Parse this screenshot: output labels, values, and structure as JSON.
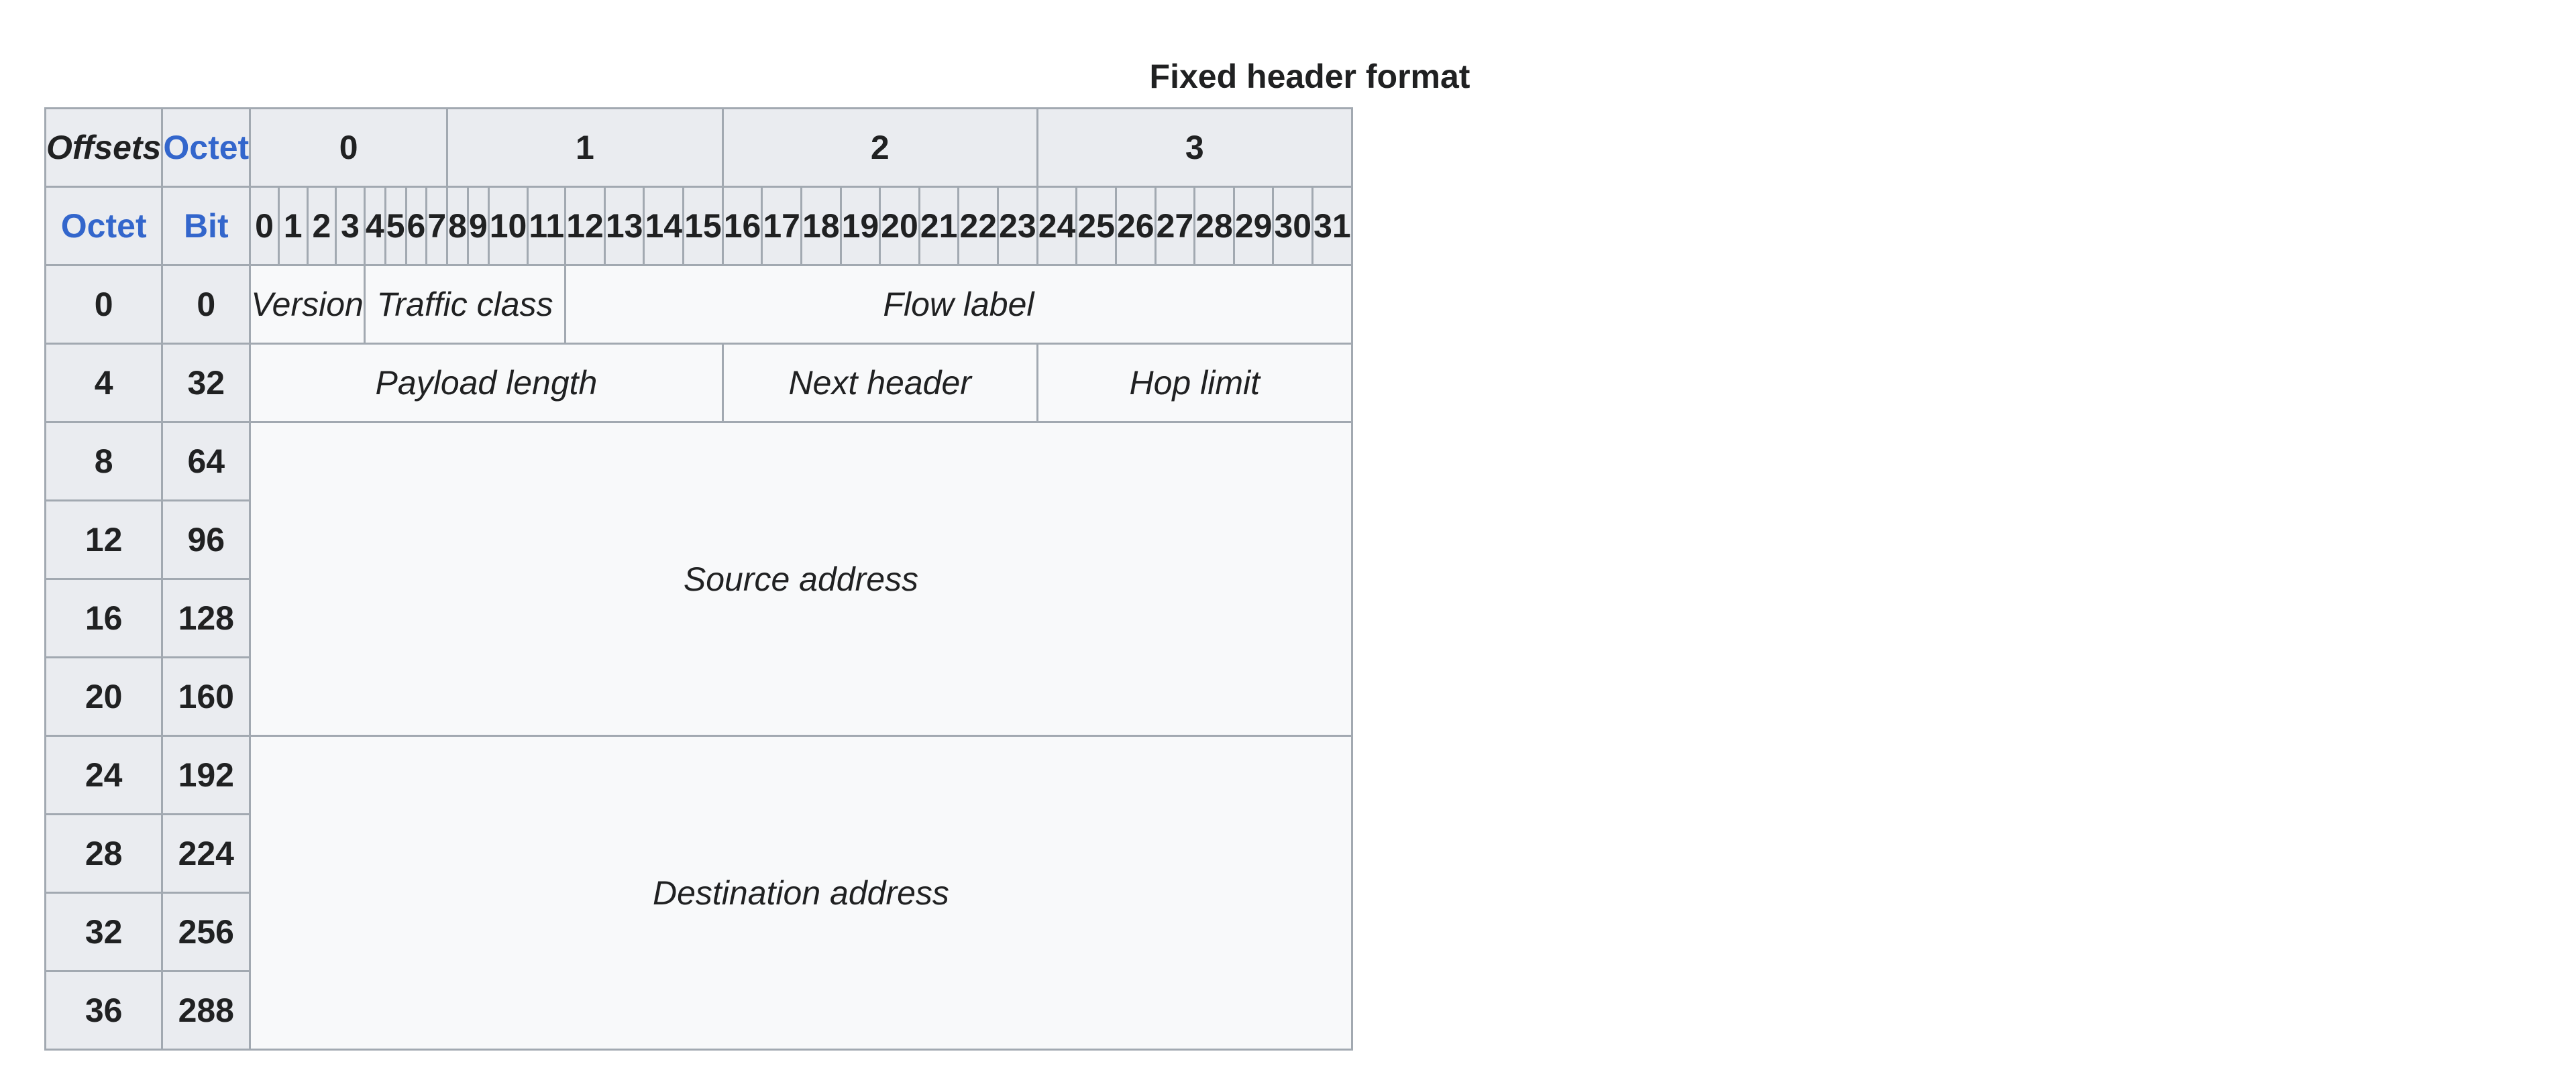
{
  "caption": "Fixed header format",
  "header": {
    "offsets_label": "Offsets",
    "octet_label": "Octet",
    "bit_label": "Bit",
    "octets": [
      "0",
      "1",
      "2",
      "3"
    ],
    "bits": [
      "0",
      "1",
      "2",
      "3",
      "4",
      "5",
      "6",
      "7",
      "8",
      "9",
      "10",
      "11",
      "12",
      "13",
      "14",
      "15",
      "16",
      "17",
      "18",
      "19",
      "20",
      "21",
      "22",
      "23",
      "24",
      "25",
      "26",
      "27",
      "28",
      "29",
      "30",
      "31"
    ]
  },
  "rows": [
    {
      "octet": "0",
      "bit": "0"
    },
    {
      "octet": "4",
      "bit": "32"
    },
    {
      "octet": "8",
      "bit": "64"
    },
    {
      "octet": "12",
      "bit": "96"
    },
    {
      "octet": "16",
      "bit": "128"
    },
    {
      "octet": "20",
      "bit": "160"
    },
    {
      "octet": "24",
      "bit": "192"
    },
    {
      "octet": "28",
      "bit": "224"
    },
    {
      "octet": "32",
      "bit": "256"
    },
    {
      "octet": "36",
      "bit": "288"
    }
  ],
  "fields": {
    "version": "Version",
    "traffic_class": "Traffic class",
    "flow_label": "Flow label",
    "payload_length": "Payload length",
    "next_header": "Next header",
    "hop_limit": "Hop limit",
    "source_address": "Source address",
    "destination_address": "Destination address"
  }
}
